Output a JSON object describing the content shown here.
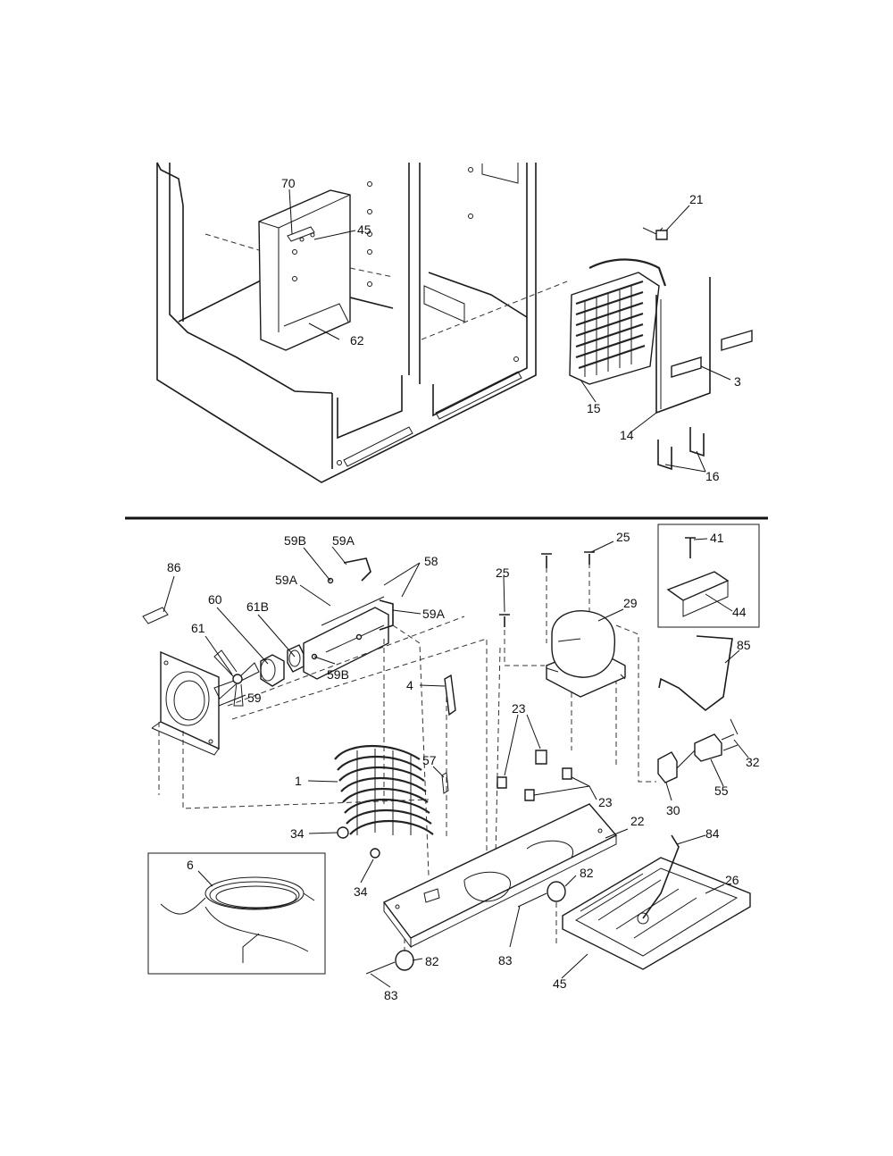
{
  "callouts": {
    "c70": "70",
    "c45a": "45",
    "c62": "62",
    "c21": "21",
    "c3": "3",
    "c15": "15",
    "c14": "14",
    "c16": "16",
    "c86": "86",
    "c59B_top": "59B",
    "c59A_top": "59A",
    "c58": "58",
    "c59A_mid": "59A",
    "c59A_right": "59A",
    "c60": "60",
    "c61B": "61B",
    "c61": "61",
    "c59B_bot": "59B",
    "c59": "59",
    "c25a": "25",
    "c25b": "25",
    "c41": "41",
    "c44": "44",
    "c29": "29",
    "c85": "85",
    "c4": "4",
    "c23a": "23",
    "c23b": "23",
    "c57": "57",
    "c1": "1",
    "c32": "32",
    "c55": "55",
    "c30": "30",
    "c34a": "34",
    "c34b": "34",
    "c22": "22",
    "c84": "84",
    "c6": "6",
    "c82a": "82",
    "c26": "26",
    "c83a": "83",
    "c82b": "82",
    "c83b": "83",
    "c45b": "45"
  }
}
